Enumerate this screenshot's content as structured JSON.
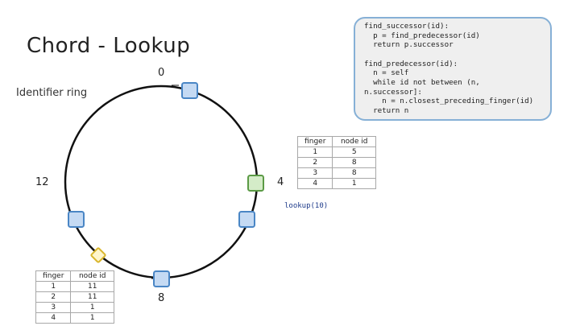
{
  "title": "Chord - Lookup",
  "ring_label": "Identifier ring",
  "ring_ids": {
    "top": "0",
    "right": "4",
    "bottom": "8",
    "left": "12"
  },
  "code": {
    "find_successor": [
      "find_successor(id):",
      "  p = find_predecessor(id)",
      "  return p.successor"
    ],
    "find_predecessor": [
      "find_predecessor(id):",
      "  n = self",
      "  while id not between (n,",
      "n.successor]:",
      "    n = n.closest_preceding_finger(id)",
      "  return n"
    ]
  },
  "lookup_call": "lookup(10)",
  "finger_table_right": {
    "headers": [
      "finger",
      "node id"
    ],
    "rows": [
      [
        "1",
        "5"
      ],
      [
        "2",
        "8"
      ],
      [
        "3",
        "8"
      ],
      [
        "4",
        "1"
      ]
    ]
  },
  "finger_table_left": {
    "headers": [
      "finger",
      "node id"
    ],
    "rows": [
      [
        "1",
        "11"
      ],
      [
        "2",
        "11"
      ],
      [
        "3",
        "1"
      ],
      [
        "4",
        "1"
      ]
    ]
  },
  "colors": {
    "node_fill": "#c5daf3",
    "node_stroke": "#4a86c5",
    "active_fill": "#d4ecc8",
    "active_stroke": "#5b9a45",
    "query_fill": "#fff6cc",
    "query_stroke": "#d9b62e",
    "ring": "#111111"
  }
}
